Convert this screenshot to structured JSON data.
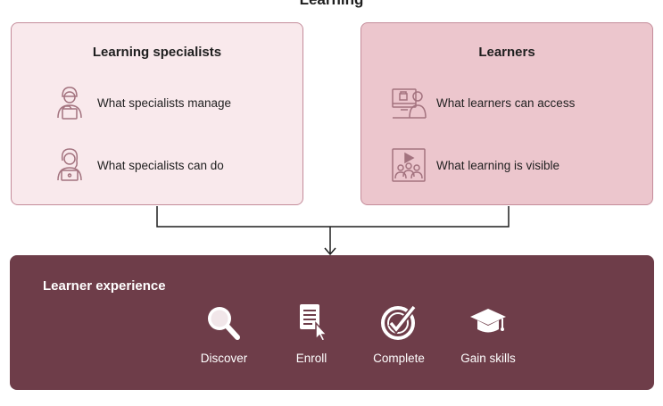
{
  "title": "Learning",
  "specialists": {
    "title": "Learning specialists",
    "items": [
      {
        "label": "What specialists manage",
        "icon": "specialist-manager-icon"
      },
      {
        "label": "What specialists can do",
        "icon": "specialist-laptop-icon"
      }
    ]
  },
  "learners": {
    "title": "Learners",
    "items": [
      {
        "label": "What learners can access",
        "icon": "learner-screen-icon"
      },
      {
        "label": "What learning is visible",
        "icon": "video-audience-icon"
      }
    ]
  },
  "experience": {
    "title": "Learner experience",
    "steps": [
      {
        "label": "Discover",
        "icon": "magnifier-icon"
      },
      {
        "label": "Enroll",
        "icon": "document-cursor-icon"
      },
      {
        "label": "Complete",
        "icon": "check-badge-icon"
      },
      {
        "label": "Gain skills",
        "icon": "graduation-cap-icon"
      }
    ]
  },
  "colors": {
    "specialists_bg": "#f9e9ec",
    "learners_bg": "#ecc6cd",
    "border": "#c48c9a",
    "experience_bg": "#6e3d49",
    "icon_stroke": "#a3737f"
  }
}
